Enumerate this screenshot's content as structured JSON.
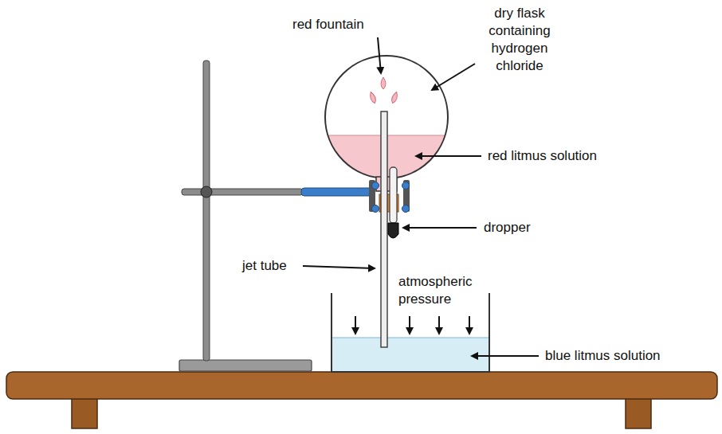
{
  "diagram": {
    "labels": [
      "red fountain",
      "dry flask containing hydrogen chloride",
      "red litmus solution",
      "dropper",
      "jet tube",
      "atmospheric pressure",
      "blue litmus solution"
    ]
  }
}
